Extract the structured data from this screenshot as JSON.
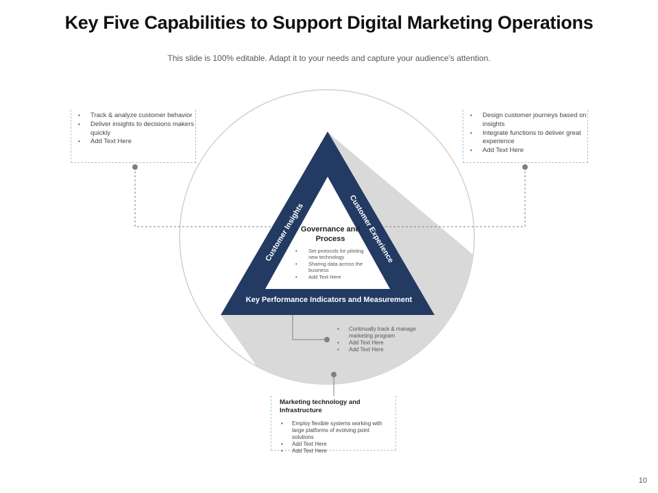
{
  "title": "Key Five Capabilities to Support Digital Marketing Operations",
  "subtitle": "This slide is 100% editable. Adapt it to your needs and capture your audience's attention.",
  "top_left": {
    "items": [
      "Track & analyze customer behavior",
      "Deliver insights to decisions makers quickly",
      "Add Text Here"
    ]
  },
  "top_right": {
    "items": [
      "Design customer journeys based on insights",
      "Integrate functions to deliver great experience",
      "Add Text Here"
    ]
  },
  "triangle": {
    "left_label": "Customer Insights",
    "right_label": "Customer Experience",
    "bottom_label": "Key Performance Indicators and Measurement",
    "center_title": "Governance and Process",
    "center_items": [
      "Set protocols for piloting new technology",
      "Sharing data across the business",
      "Add Text Here"
    ]
  },
  "middle_right": {
    "items": [
      "Continually track & manage marketing program",
      "Add Text Here",
      "Add Text Here"
    ]
  },
  "bottom_box": {
    "heading": "Marketing technology and Infrastructure",
    "items": [
      "Employ flexible systems working with large platforms of evolving point solutions",
      "Add Text Here",
      "Add Text Here"
    ]
  },
  "page_number": "10",
  "colors": {
    "navy": "#233a63",
    "shadow": "#d9d9d9",
    "connector": "#7f7f7f",
    "box_border": "#9ec5e0"
  }
}
